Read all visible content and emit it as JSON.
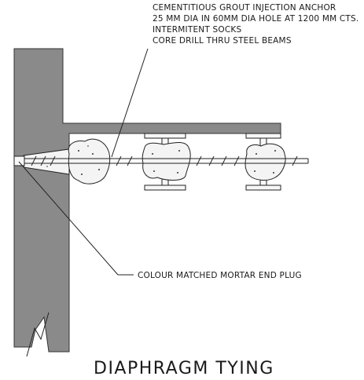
{
  "notes": {
    "anchor_lines": [
      "CEMENTITIOUS GROUT INJECTION ANCHOR",
      "25 MM DIA IN 60MM DIA HOLE AT 1200 MM CTS.",
      "INTERMITENT SOCKS",
      "CORE DRILL THRU STEEL BEAMS"
    ],
    "end_plug": "COLOUR MATCHED MORTAR END PLUG"
  },
  "caption": "DIAPHRAGM TYING",
  "colors": {
    "wall_fill": "#8a8a8a",
    "line": "#222222"
  }
}
